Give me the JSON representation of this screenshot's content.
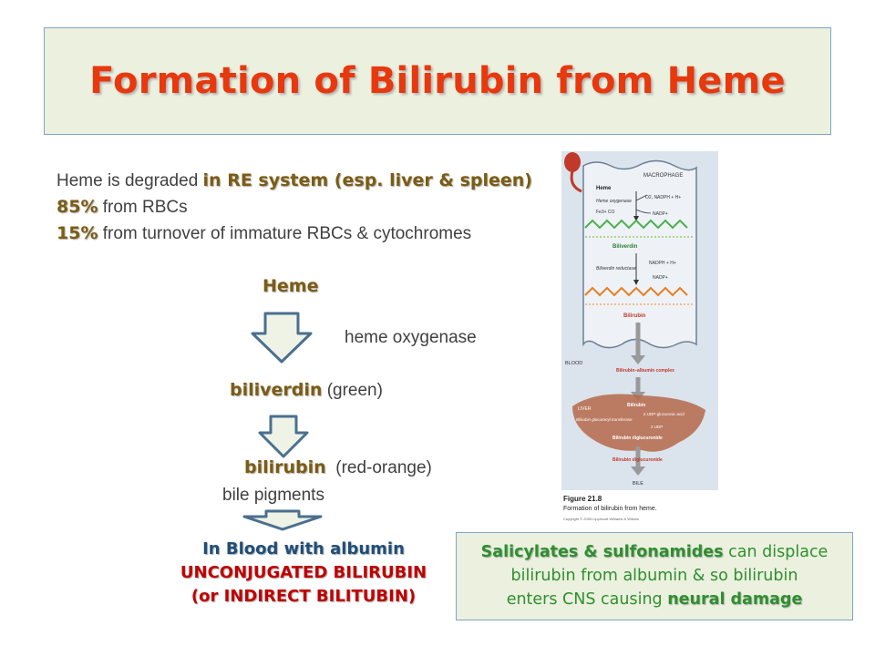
{
  "title": "Formation of Bilirubin from Heme",
  "intro": {
    "line1_text": "Heme is degraded ",
    "line1_bold": "in RE system (esp. liver & spleen)",
    "line2_pct": "85%",
    "line2_text": " from RBCs",
    "line3_pct": "15%",
    "line3_text": " from turnover of immature RBCs & cytochromes"
  },
  "pathway": {
    "heme": "Heme",
    "enzyme": "heme oxygenase",
    "biliverdin": "biliverdin",
    "biliverdin_note": " (green)",
    "bilirubin": "bilirubin",
    "bilirubin_note": "  (red-orange)",
    "pigments": "bile pigments"
  },
  "conclusion": {
    "line1": "In Blood with albumin",
    "line2": "UNCONJUGATED BILIRUBIN",
    "line3": "(or INDIRECT BILITUBIN)"
  },
  "figure": {
    "macrophage": "MACROPHAGE",
    "heme": "Heme",
    "heme_oxygenase": "Heme oxygenase",
    "o2": "O2, NADPH + H+",
    "fe_co": "Fe3+ CO",
    "nadp1": "NADP+",
    "biliverdin": "Biliverdin",
    "nadph2": "NADPH + H+",
    "biliverdin_reductase": "Biliverdin reductase",
    "nadp2": "NADP+",
    "bilirubin": "Bilirubin",
    "blood": "BLOOD",
    "complex": "Bilirubin–albumin complex",
    "liver": "LIVER",
    "bilirubin2": "Bilirubin",
    "udp1": "2 UDP-glucuronic acid",
    "enzyme": "Bilirubin glucuronyl transferase",
    "udp2": "2 UDP",
    "diglucuronide": "Bilirubin diglucuronide",
    "diglucuronide2": "Bilirubin diglucuronide",
    "bile": "BILE",
    "caption_title": "Figure 21.8",
    "caption_text": "Formation of bilirubin from heme.",
    "copyright": "Copyright © 2005 Lippincott Williams & Wilkins"
  },
  "note": {
    "part1": "Salicylates & sulfonamides",
    "part2": " can displace",
    "line2": "bilirubin from albumin & so bilirubin",
    "line3a": "enters CNS causing ",
    "line3b": "neural damage"
  },
  "colors": {
    "title": "#e8380d",
    "panel_bg": "#ebf1de",
    "panel_border": "#7ea6c8",
    "emphasis": "#7c5c14",
    "arrow_fill": "#eef3e6",
    "arrow_stroke": "#4a6f8f",
    "conclusion_blue": "#1f4e79",
    "conclusion_red": "#c00000",
    "note_green": "#2f8f2f"
  }
}
